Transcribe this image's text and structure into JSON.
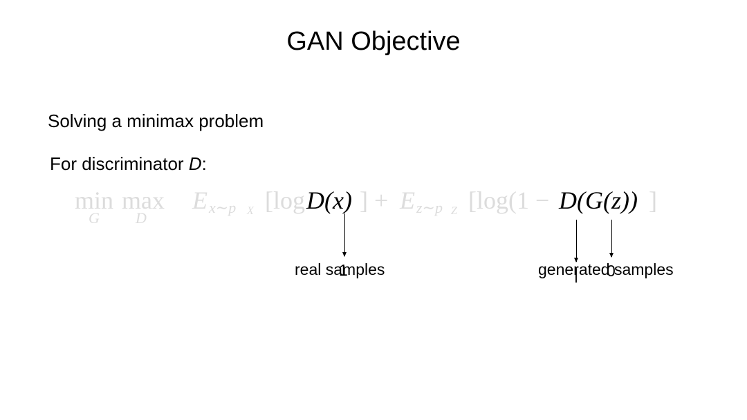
{
  "slide": {
    "title": "GAN Objective",
    "bullet1": "Solving a minimax problem",
    "bullet2_prefix": "For discriminator ",
    "bullet2_var": "D",
    "bullet2_suffix": ":"
  },
  "formula": {
    "min": "min",
    "min_sub": "G",
    "max": "max",
    "max_sub": "D",
    "e1": "E",
    "e1_sub": "x∼p",
    "e1_subsub": "X",
    "bracket1_open": "[log ",
    "dx": "D(x)",
    "bracket1_close": "] + ",
    "e2": "E",
    "e2_sub": "z∼p",
    "e2_subsub": "Z",
    "bracket2_open": "[log(1 − ",
    "dgz": "D(G(z))",
    "bracket2_close": "]"
  },
  "annotations": {
    "real_label": "real samples",
    "real_target": "1",
    "generated_label": "generated samples",
    "generated_target_left": "|",
    "generated_target_right": "0"
  }
}
